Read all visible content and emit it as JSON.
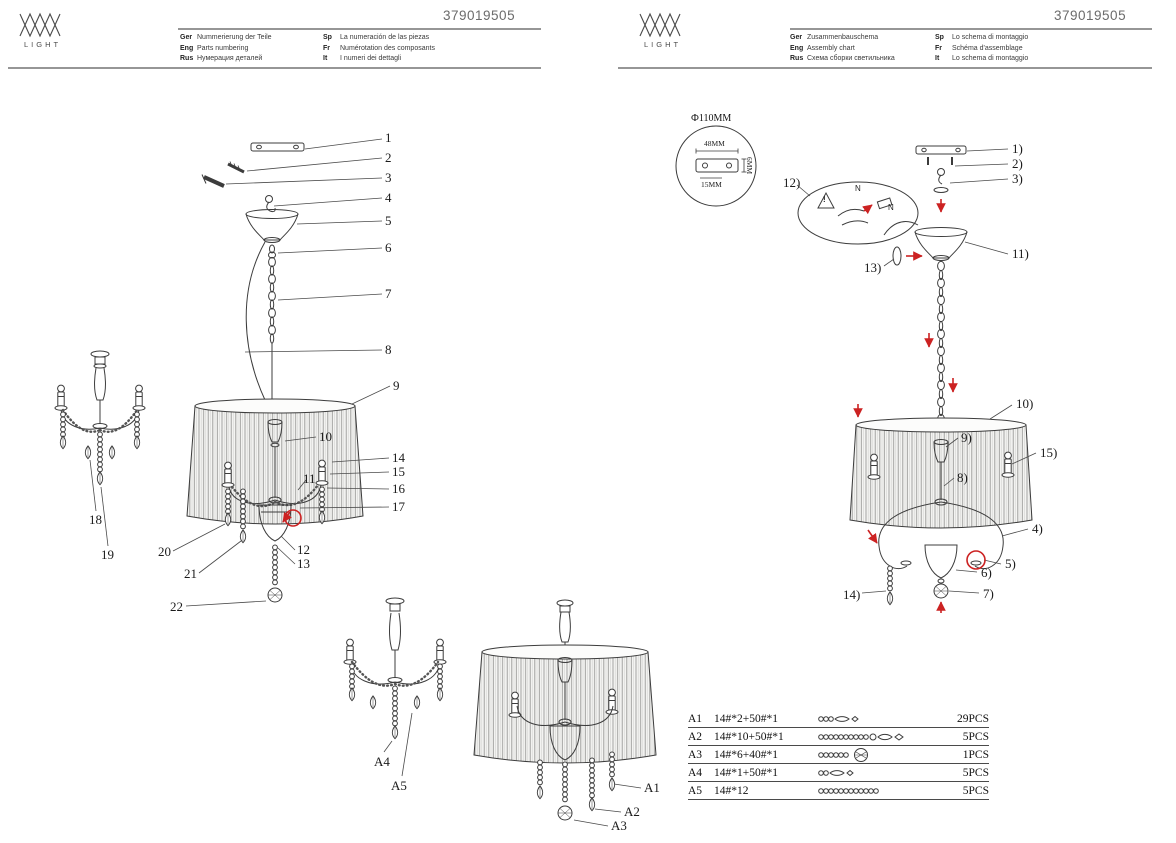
{
  "palette": {
    "line": "#3c3c3c",
    "accent_red": "#cc2222",
    "part_number_gray": "#6b6b6b"
  },
  "left_page": {
    "logo_text": "LIGHT",
    "part_number": "379019505",
    "languages": [
      {
        "code": "Ger",
        "text": "Nummerierung der Teile"
      },
      {
        "code": "Eng",
        "text": "Parts numbering"
      },
      {
        "code": "Rus",
        "text": "Нумерация деталей"
      },
      {
        "code": "Sp",
        "text": "La numeración de las piezas"
      },
      {
        "code": "Fr",
        "text": "Numérotation des composants"
      },
      {
        "code": "It",
        "text": "I numeri dei dettagli"
      }
    ],
    "callouts": [
      "1",
      "2",
      "3",
      "4",
      "5",
      "6",
      "7",
      "8",
      "9",
      "10",
      "11",
      "12",
      "13",
      "14",
      "15",
      "16",
      "17",
      "18",
      "19",
      "20",
      "21",
      "22"
    ],
    "assembly_callouts": [
      "A1",
      "A2",
      "A3",
      "A4",
      "A5"
    ]
  },
  "right_page": {
    "logo_text": "LIGHT",
    "part_number": "379019505",
    "languages": [
      {
        "code": "Ger",
        "text": "Zusammenbauschema"
      },
      {
        "code": "Eng",
        "text": "Assembly chart"
      },
      {
        "code": "Rus",
        "text": "Схема сборки светильника"
      },
      {
        "code": "Sp",
        "text": "Lo schema di montaggio"
      },
      {
        "code": "Fr",
        "text": "Schéma d'assemblage"
      },
      {
        "code": "It",
        "text": "Lo schema di montaggio"
      }
    ],
    "callouts": [
      "1)",
      "2)",
      "3)",
      "4)",
      "5)",
      "6)",
      "7)",
      "8)",
      "9)",
      "10)",
      "11)",
      "12)",
      "13)",
      "14)",
      "15)"
    ],
    "dimensions": {
      "diameter": "Ф110MM",
      "width": "48MM",
      "length": "15MM",
      "height": "6MM"
    },
    "detail_bubble": {
      "warning": "!",
      "wire_label_1": "N",
      "wire_label_2": "N"
    },
    "parts_table": [
      {
        "id": "A1",
        "spec": "14#*2+50#*1",
        "qty": "29PCS"
      },
      {
        "id": "A2",
        "spec": "14#*10+50#*1",
        "qty": "5PCS"
      },
      {
        "id": "A3",
        "spec": "14#*6+40#*1",
        "qty": "1PCS"
      },
      {
        "id": "A4",
        "spec": "14#*1+50#*1",
        "qty": "5PCS"
      },
      {
        "id": "A5",
        "spec": "14#*12",
        "qty": "5PCS"
      }
    ]
  }
}
